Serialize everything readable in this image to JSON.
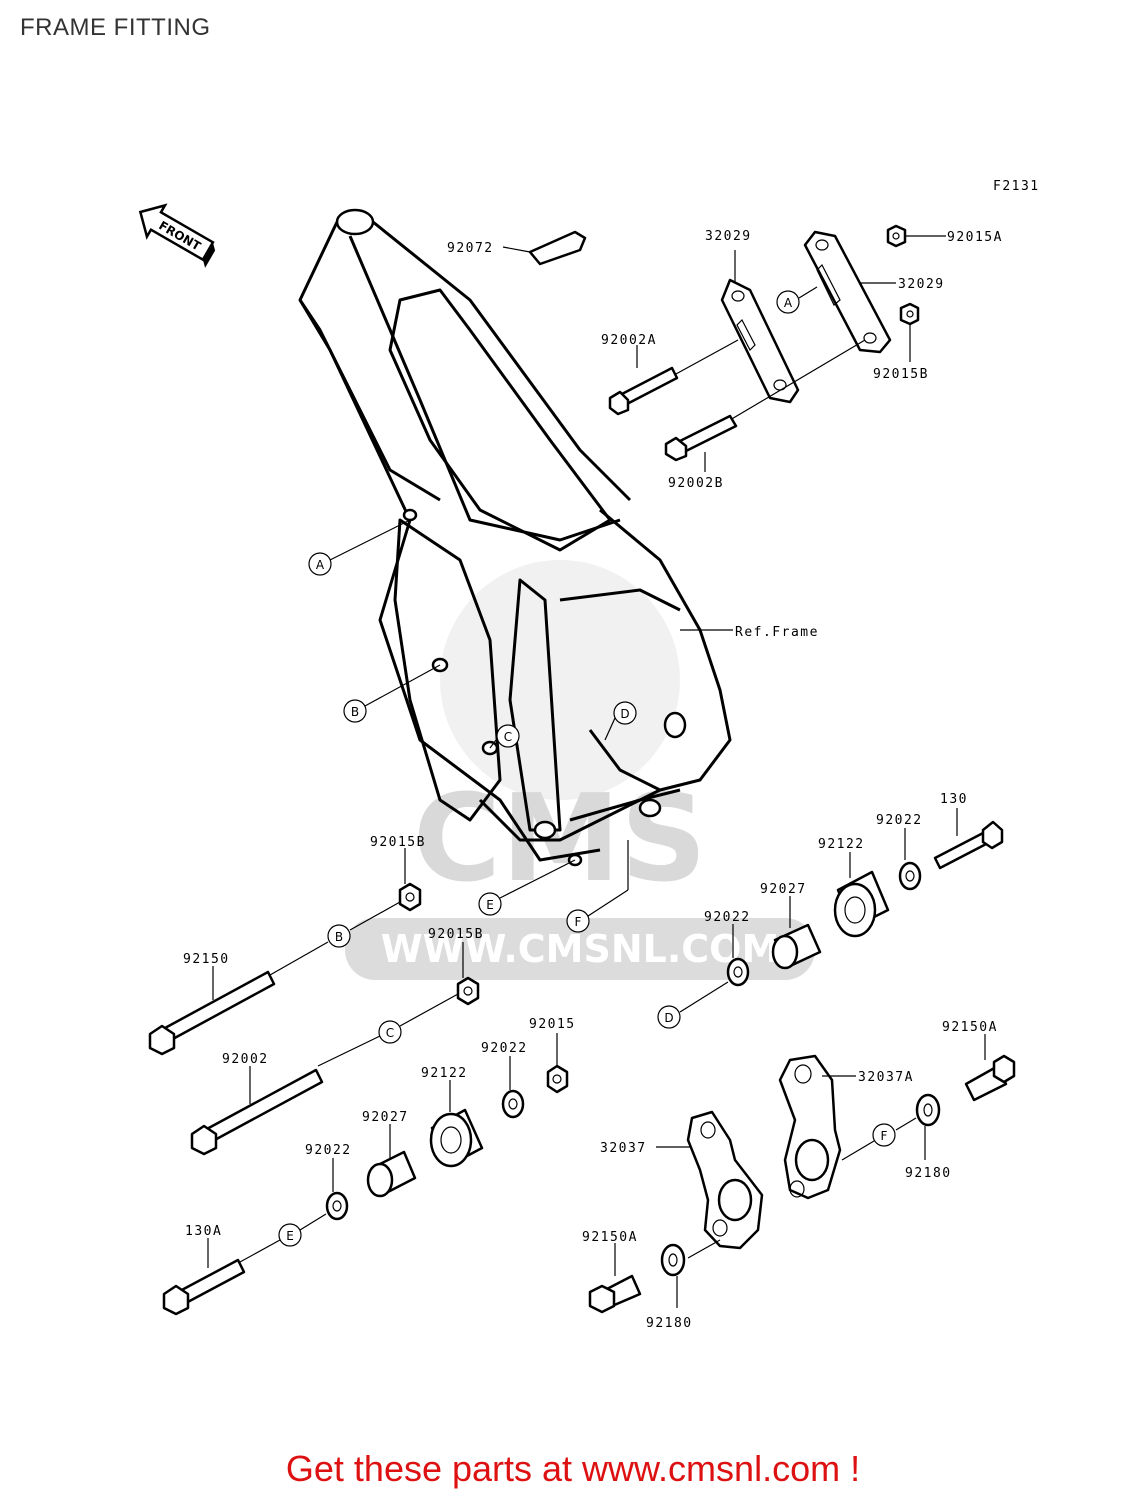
{
  "page": {
    "title": "FRAME FITTING",
    "footer": "Get these parts at www.cmsnl.com !"
  },
  "diagram": {
    "code": "F2131",
    "front_marker": "FRONT",
    "ref_frame_label": "Ref.Frame",
    "watermark": {
      "brand": "CMS",
      "url": "WWW.CMSNL.COM"
    },
    "callouts": {
      "A": "A",
      "B": "B",
      "C": "C",
      "D": "D",
      "E": "E",
      "F": "F"
    },
    "parts": [
      {
        "id": "92072",
        "label": "92072"
      },
      {
        "id": "32029-top",
        "label": "32029"
      },
      {
        "id": "32029-right",
        "label": "32029"
      },
      {
        "id": "92015A",
        "label": "92015A"
      },
      {
        "id": "92002A",
        "label": "92002A"
      },
      {
        "id": "92015B-top",
        "label": "92015B"
      },
      {
        "id": "92002B",
        "label": "92002B"
      },
      {
        "id": "130",
        "label": "130"
      },
      {
        "id": "92022-a",
        "label": "92022"
      },
      {
        "id": "92122-a",
        "label": "92122"
      },
      {
        "id": "92015B-mid",
        "label": "92015B"
      },
      {
        "id": "92027-a",
        "label": "92027"
      },
      {
        "id": "92022-b",
        "label": "92022"
      },
      {
        "id": "92015B-low",
        "label": "92015B"
      },
      {
        "id": "92150",
        "label": "92150"
      },
      {
        "id": "92015",
        "label": "92015"
      },
      {
        "id": "92002",
        "label": "92002"
      },
      {
        "id": "92022-c",
        "label": "92022"
      },
      {
        "id": "92122-b",
        "label": "92122"
      },
      {
        "id": "92150A-right",
        "label": "92150A"
      },
      {
        "id": "32037A",
        "label": "32037A"
      },
      {
        "id": "92027-b",
        "label": "92027"
      },
      {
        "id": "32037",
        "label": "32037"
      },
      {
        "id": "92180-right",
        "label": "92180"
      },
      {
        "id": "92022-d",
        "label": "92022"
      },
      {
        "id": "130A",
        "label": "130A"
      },
      {
        "id": "92150A-bottom",
        "label": "92150A"
      },
      {
        "id": "92180-bottom",
        "label": "92180"
      }
    ]
  }
}
